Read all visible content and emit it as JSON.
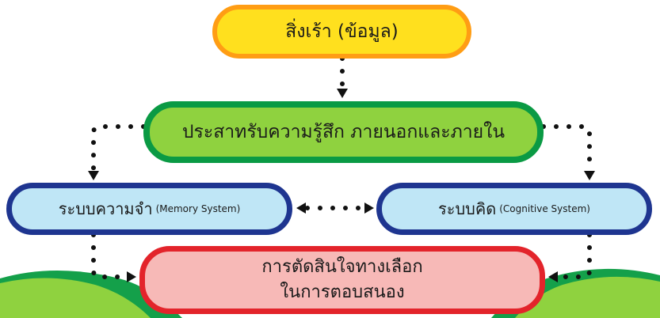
{
  "diagram": {
    "stimulus": {
      "label": "สิ่งเร้า (ข้อมูล)"
    },
    "senses": {
      "label": "ประสาทรับความรู้สึก ภายนอกและภายใน"
    },
    "memory": {
      "label": "ระบบความจำ",
      "sublabel": "(Memory System)"
    },
    "cognitive": {
      "label": "ระบบคิด",
      "sublabel": "(Cognitive System)"
    },
    "decision": {
      "line1": "การตัดสินใจทางเลือก",
      "line2": "ในการตอบสนอง"
    }
  },
  "colors": {
    "yellow_fill": "#ffe01e",
    "yellow_border": "#ff9d14",
    "green_fill": "#8fd23f",
    "green_border": "#0a9a44",
    "blue_fill": "#bfe6f6",
    "blue_border": "#1e3590",
    "red_fill": "#f7b9b7",
    "red_border": "#e3242b",
    "hill_light": "#8fd23f",
    "hill_dark": "#14a04a"
  }
}
